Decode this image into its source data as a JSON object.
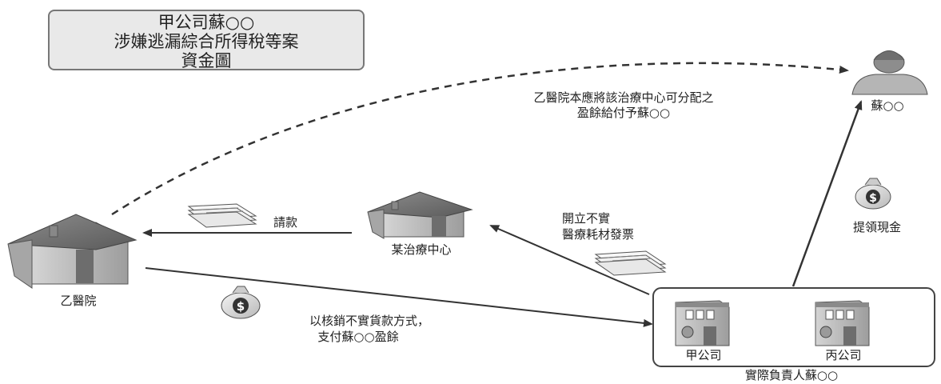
{
  "title": {
    "line1": "甲公司蘇○○",
    "line2": "涉嫌逃漏綜合所得稅等案",
    "line3": "資金圖"
  },
  "nodes": {
    "hospital": "乙醫院",
    "clinic": "某治療中心",
    "person": "蘇○○",
    "company_a": "甲公司",
    "company_c": "丙公司",
    "responsible": "實際負責人蘇○○"
  },
  "flows": {
    "dividend_line1": "乙醫院本應將該治療中心可分配之",
    "dividend_line2": "盈餘給付予蘇○○",
    "request": "請款",
    "invoice_line1": "開立不實",
    "invoice_line2": "醫療耗材發票",
    "payment_line1": "以核銷不實貨款方式，",
    "payment_line2": "支付蘇○○盈餘",
    "withdraw": "提領現金"
  },
  "colors": {
    "house_roof": "#6f6f6f",
    "house_wall": "#b9b9b9",
    "line": "#444444",
    "box_fill": "#e9e9e9"
  }
}
